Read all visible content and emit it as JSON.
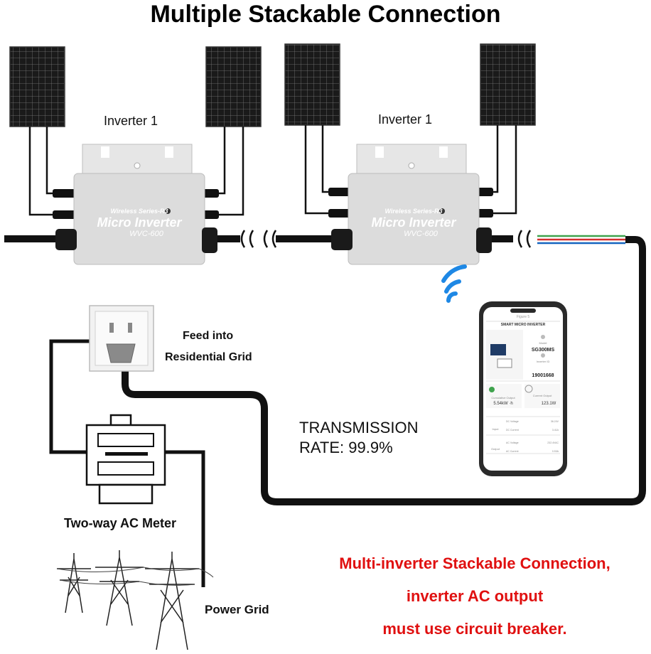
{
  "title": "Multiple Stackable Connection",
  "inverters": [
    {
      "label": "Inverter 1",
      "series": "Wireless Series-R3",
      "name": "Micro Inverter",
      "model": "WVC-600"
    },
    {
      "label": "Inverter 1",
      "series": "Wireless Series-R3",
      "name": "Micro Inverter",
      "model": "WVC-600"
    }
  ],
  "socket_label": [
    "Feed into",
    "Residential Grid"
  ],
  "transmission": [
    "TRANSMISSION",
    "RATE: 99.9%"
  ],
  "meter_label": "Two-way AC Meter",
  "grid_label": "Power Grid",
  "warning": [
    "Multi-inverter Stackable Connection,",
    "inverter AC output",
    "must use circuit breaker."
  ],
  "phone": {
    "app_title": "SMART MICRO INVERTER",
    "header_text": "Figure 5",
    "model_label": "Model",
    "model_value": "SG300MS",
    "serial_label": "Inverter ID",
    "serial_value": "19001668",
    "cumulative_label": "Cumulative Output",
    "cumulative_value": "5.54kW ·h",
    "current_label": "Current Output",
    "current_value": "123.1W",
    "input_label": "Input",
    "output_label": "Output",
    "dc_voltage_label": "DC Voltage",
    "dc_voltage_value": "36.24V",
    "dc_current_label": "DC Current",
    "dc_current_value": "3.41A",
    "ac_voltage_label": "AC Voltage",
    "ac_voltage_value": "232.4VAC",
    "ac_current_label": "AC Current",
    "ac_current_value": "0.53A"
  },
  "colors": {
    "warning": "#e01010",
    "wifi": "#1e88e5",
    "cable": "#111111",
    "inverter": "#d9d9d9"
  },
  "icons": [
    "solar-panel-icon",
    "wifi-icon",
    "power-socket-icon",
    "meter-icon",
    "transmission-tower-icon",
    "smartphone-icon"
  ]
}
